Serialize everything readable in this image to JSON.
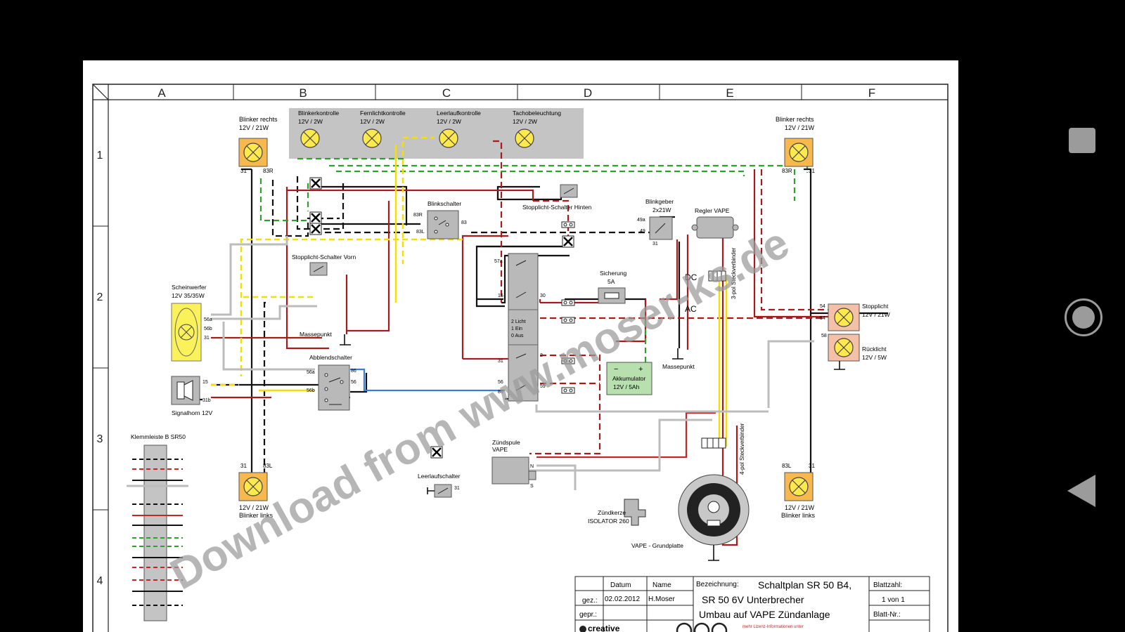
{
  "columns": [
    "A",
    "B",
    "C",
    "D",
    "E",
    "F"
  ],
  "rows": [
    "1",
    "2",
    "3",
    "4"
  ],
  "components": {
    "blinker_rechts_l": {
      "name": "Blinker rechts",
      "rating": "12V / 21W",
      "t1": "31",
      "t2": "83R"
    },
    "blinker_rechts_r": {
      "name": "Blinker rechts",
      "rating": "12V / 21W",
      "t1": "83R",
      "t2": "31"
    },
    "blinker_links_l": {
      "name": "Blinker links",
      "rating": "12V / 21W",
      "t1": "31",
      "t2": "83L"
    },
    "blinker_links_r": {
      "name": "Blinker links",
      "rating": "12V / 21W",
      "t1": "83L",
      "t2": "31"
    },
    "blinkerkontrolle": {
      "name": "Blinkerkontrolle",
      "rating": "12V / 2W"
    },
    "fernlichtkontrolle": {
      "name": "Fernlichtkontrolle",
      "rating": "12V / 2W"
    },
    "leerlaufkontrolle": {
      "name": "Leerlaufkontrolle",
      "rating": "12V / 2W"
    },
    "tachobeleuchtung": {
      "name": "Tachobeleuchtung",
      "rating": "12V / 2W"
    },
    "blinkschalter": {
      "name": "Blinkschalter",
      "t_83r": "83R",
      "t_83l": "83L",
      "t_83": "83"
    },
    "stopplicht_hinten": "Stopplicht-Schalter Hinten",
    "stopplicht_vorn": "Stopplicht-Schalter Vorn",
    "blinkgeber": {
      "name": "Blinkgeber",
      "rating": "2x21W",
      "t49a": "49a",
      "t49": "49",
      "t31": "31"
    },
    "regler": "Regler VAPE",
    "dc": "DC",
    "ac": "AC",
    "steck3": "3-pol Steckverbinder",
    "steck4": "4-pol Steckverbinder",
    "sicherung": {
      "name": "Sicherung",
      "rating": "5A"
    },
    "scheinwerfer": {
      "name": "Scheinwerfer",
      "rating": "12V 35/35W",
      "t56a": "56a",
      "t56b": "56b",
      "t31": "31"
    },
    "massepunkt_l": "Massepunkt",
    "massepunkt_r": "Massepunkt",
    "abblendschalter": {
      "name": "Abblendschalter",
      "t56a": "56a",
      "t56b": "56b",
      "t86": "86",
      "t56": "56"
    },
    "signalhorn": {
      "name": "Signalhorn 12V",
      "t15": "15",
      "t31b": "31b"
    },
    "zuendschloss": {
      "t57a": "57a",
      "t15": "15",
      "t30": "30",
      "l1": "2 Licht",
      "l2": "1 Ein",
      "l3": "0 Aus",
      "t31": "31",
      "t2": "2",
      "t56": "56",
      "t86": "86",
      "t59": "59"
    },
    "akku": {
      "name": "Akkumulator",
      "rating": "12V / 5Ah",
      "minus": "−",
      "plus": "+"
    },
    "stopplicht": {
      "name": "Stopplicht",
      "rating": "12V / 21W",
      "t54a": "54",
      "t54b": "54"
    },
    "ruecklicht": {
      "name": "Rücklicht",
      "rating": "12V / 5W",
      "t58": "58"
    },
    "leerlaufschalter": {
      "name": "Leerlaufschalter",
      "t31": "31"
    },
    "zuendspule": {
      "name": "Zündspule",
      "sub": "VAPE",
      "tN": "N",
      "tS": "S"
    },
    "zuendkerze": {
      "name": "Zündkerze",
      "sub": "ISOLATOR 260"
    },
    "grundplatte": "VAPE - Grundplatte",
    "klemmleiste": "Klemmleiste B SR50"
  },
  "watermark": "Download from www.moser-ks.de",
  "title_block": {
    "datum_label": "Datum",
    "name_label": "Name",
    "bezeichnung_label": "Bezeichnung:",
    "title1": "Schaltplan SR 50 B4,",
    "title2": "SR 50 6V Unterbrecher",
    "title3": "Umbau auf VAPE Zündanlage",
    "blattzahl_label": "Blattzahl:",
    "blattzahl": "1 von 1",
    "blattnr_label": "Blatt-Nr.:",
    "gez_label": "gez.:",
    "gez_date": "02.02.2012",
    "gez_name": "H.Moser",
    "gepr_label": "gepr.:",
    "license_note": "mehr Lizenz-Informationen unter",
    "cc": "creative"
  },
  "nav": {
    "recents": "recents-button",
    "home": "home-button",
    "back": "back-button"
  }
}
